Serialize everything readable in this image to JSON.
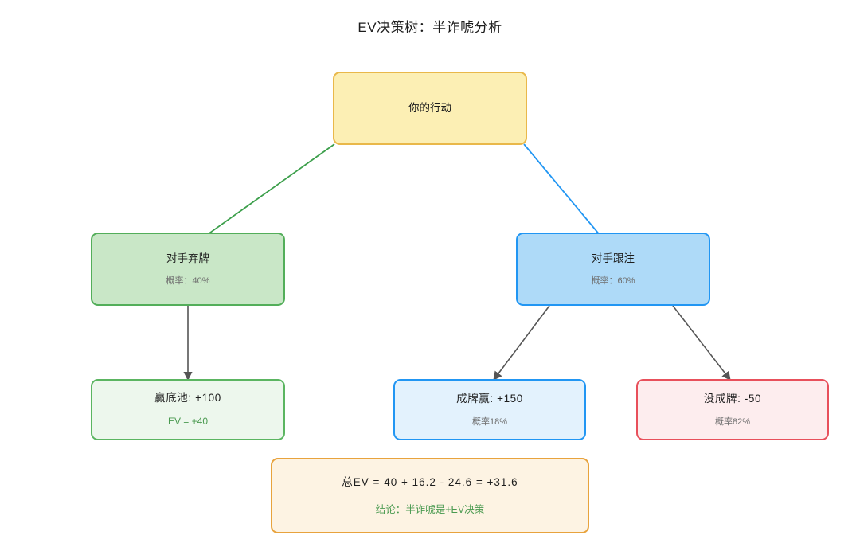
{
  "title": "EV决策树：半诈唬分析",
  "colors": {
    "root_border": "#E9B84A",
    "root_fill": "#FCEFB4",
    "green_border": "#53AE5A",
    "green_fill": "#C9E7C7",
    "blue_border": "#2196F3",
    "blue_fill": "#AEDAF8",
    "light_green_fill": "#EDF7ED",
    "light_blue_fill": "#E3F2FD",
    "red_border": "#E8505B",
    "red_fill": "#FDEDEE",
    "summary_border": "#E8A33D",
    "summary_fill": "#FDF3E3",
    "edge_gray": "#555555",
    "accent_green_text": "#4a9a50"
  },
  "nodes": {
    "root": {
      "label": "你的行动"
    },
    "fold": {
      "label": "对手弃牌",
      "sub": "概率：40%"
    },
    "call": {
      "label": "对手跟注",
      "sub": "概率：60%"
    },
    "win_pot": {
      "label": "赢底池: +100",
      "sub": "EV = +40"
    },
    "made_hand": {
      "label": "成牌赢: +150",
      "sub": "概率18%"
    },
    "missed": {
      "label": "没成牌: -50",
      "sub": "概率82%"
    },
    "summary": {
      "label": "总EV = 40 + 16.2 - 24.6 = +31.6",
      "sub": "结论：半诈唬是+EV决策"
    }
  },
  "edges": [
    {
      "name": "root-to-fold",
      "color": "#3C9F4B",
      "from": "root",
      "to": "fold"
    },
    {
      "name": "root-to-call",
      "color": "#2196F3",
      "from": "root",
      "to": "call"
    },
    {
      "name": "fold-to-winpot",
      "color": "#555555",
      "from": "fold",
      "to": "win_pot"
    },
    {
      "name": "call-to-madehand",
      "color": "#555555",
      "from": "call",
      "to": "made_hand"
    },
    {
      "name": "call-to-missed",
      "color": "#555555",
      "from": "call",
      "to": "missed"
    }
  ]
}
